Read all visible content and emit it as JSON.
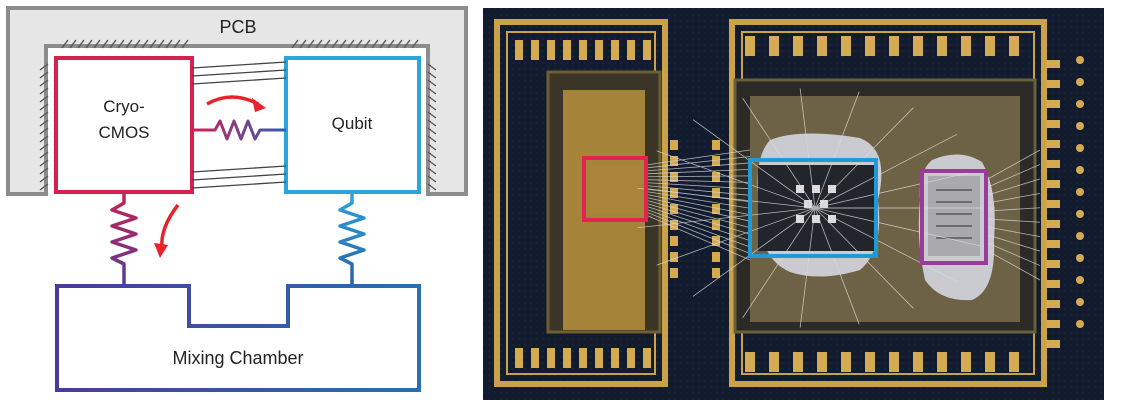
{
  "schematic": {
    "pcb_label": "PCB",
    "cryo_label_line1": "Cryo-",
    "cryo_label_line2": "CMOS",
    "qubit_label": "Qubit",
    "chamber_label": "Mixing Chamber",
    "colors": {
      "pcb_gray": "#8c8c8c",
      "cryo_red": "#d6204e",
      "qubit_blue": "#2aa6dd",
      "chamber_start": "#3a57a8",
      "chamber_end": "#5a2f8e",
      "heat_arrow": "#e8232a"
    }
  },
  "photo": {
    "description_icons": [
      "cryo-cmos-chip",
      "qubit-chip",
      "resonator-chip"
    ],
    "colors": {
      "board": "#101828",
      "gold": "#c9a24a",
      "cryo_box": "#e0234f",
      "qubit_box": "#1e9ad6",
      "resonator_box": "#9b3a9a"
    }
  }
}
